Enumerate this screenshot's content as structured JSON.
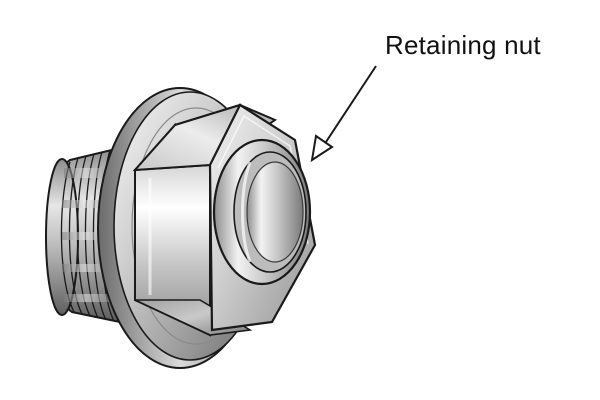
{
  "diagram": {
    "callout_label": "Retaining nut"
  },
  "colors": {
    "background": "#ffffff",
    "outline": "#1a1a1a",
    "metal_light": "#f2f2f2",
    "metal_mid": "#b8b8b8",
    "metal_dark": "#6e6e6e"
  },
  "icons": {
    "part": "plug-with-retaining-nut",
    "pointer": "callout-arrow"
  }
}
